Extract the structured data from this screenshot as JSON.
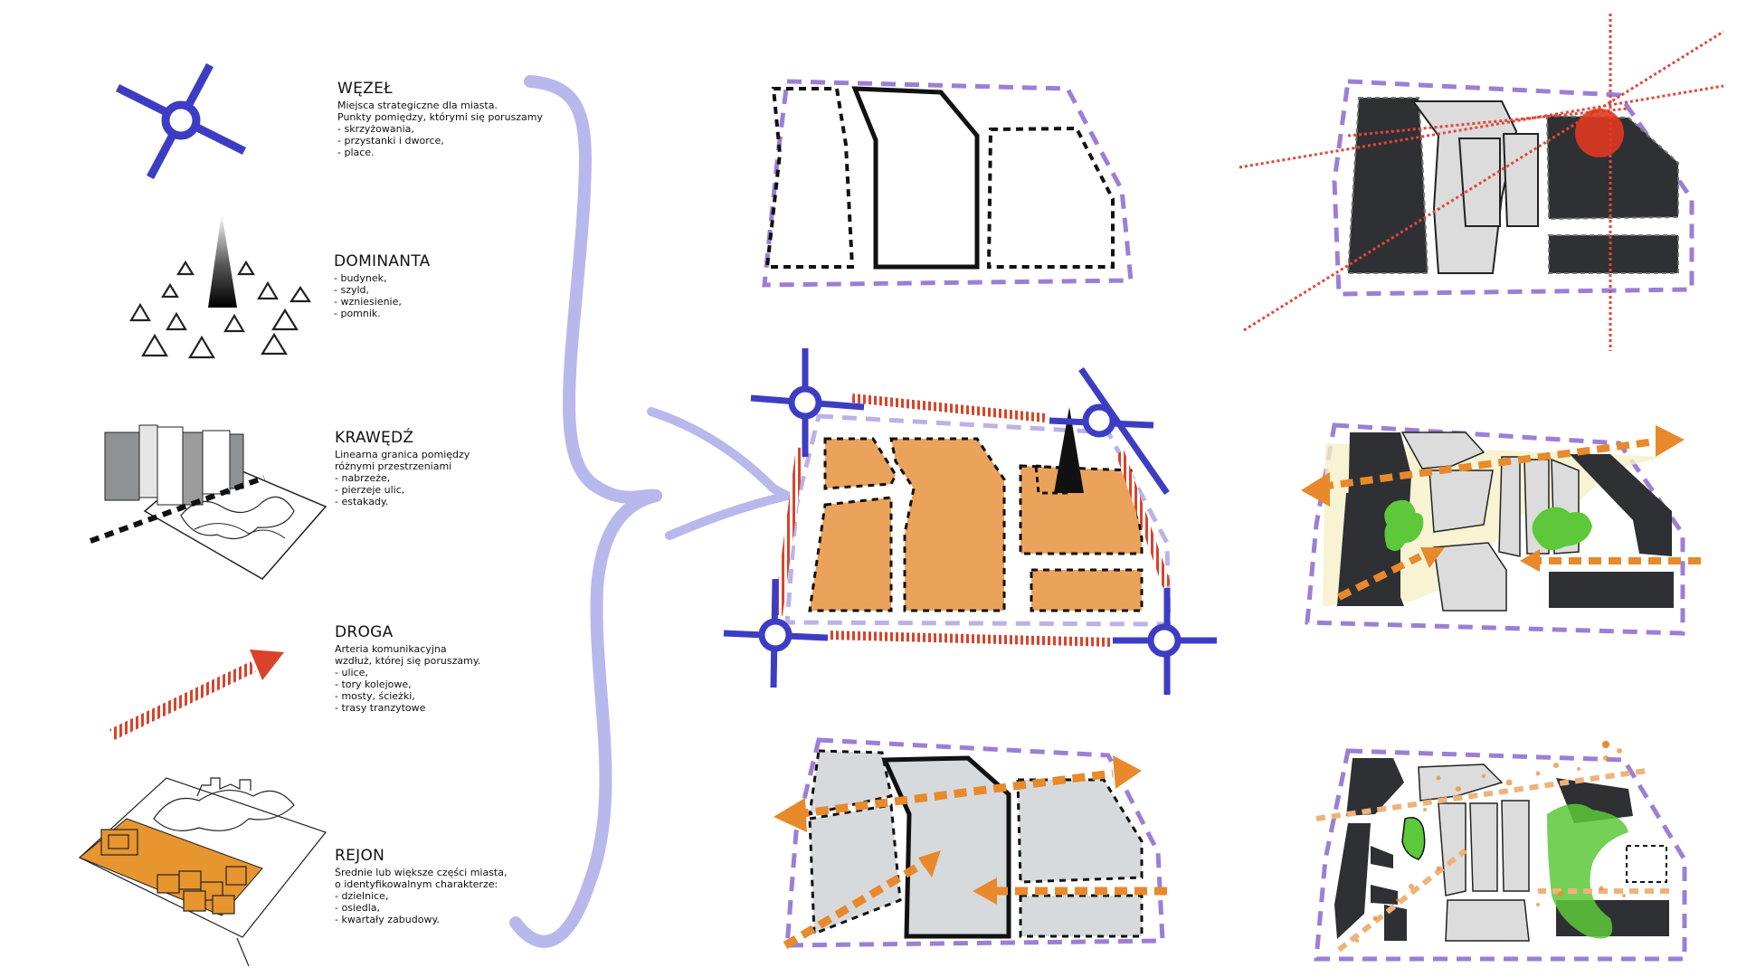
{
  "legend": [
    {
      "id": "wezel",
      "title": "WĘZEŁ",
      "lines": [
        "Miejsca strategiczne dla miasta.",
        "Punkty pomiędzy, którymi się poruszamy",
        "- skrzyżowania,",
        "- przystanki i dworce,",
        "- place."
      ],
      "icon": "node-icon"
    },
    {
      "id": "dominanta",
      "title": "DOMINANTA",
      "lines": [
        "- budynek,",
        "- szyld,",
        "- wzniesienie,",
        "- pomnik."
      ],
      "icon": "landmark-icon"
    },
    {
      "id": "krawedz",
      "title": "KRAWĘDŹ",
      "lines": [
        "Linearna granica pomiędzy",
        "różnymi przestrzeniami",
        "- nabrzeże,",
        "- pierzeje ulic,",
        "- estakady."
      ],
      "icon": "edge-icon"
    },
    {
      "id": "droga",
      "title": "DROGA",
      "lines": [
        "Arteria komunikacyjna",
        "wzdłuż, której się poruszamy.",
        "- ulice,",
        "- tory kolejowe,",
        "- mosty, ścieżki,",
        "- trasy tranzytowe"
      ],
      "icon": "path-arrow-icon"
    },
    {
      "id": "rejon",
      "title": "REJON",
      "lines": [
        "Średnie lub większe części miasta,",
        "o identyfikowalnym charakterze:",
        "- dzielnice,",
        "- osiedla,",
        "- kwartały zabudowy."
      ],
      "icon": "district-icon"
    }
  ],
  "colors": {
    "boundary_purple": "#9b7fd6",
    "node_blue": "#3d3dc4",
    "path_red": "#d9432b",
    "district_orange": "#e8a05c",
    "arrow_orange": "#e8892b",
    "building_dark": "#2e3033",
    "building_light": "#dcdcdc",
    "green": "#5cc83a",
    "brace_lavender": "#b9b8ec",
    "landmark_red": "#e03a20"
  }
}
